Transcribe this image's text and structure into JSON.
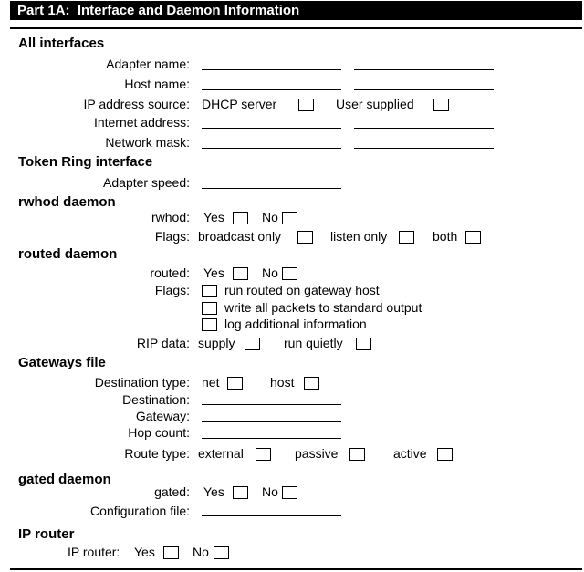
{
  "title": "Part 1A:  Interface and Daemon Information",
  "all_interfaces": {
    "heading": "All interfaces",
    "adapter_name": "Adapter name:",
    "host_name": "Host name:",
    "ip_address_source": "IP address source:",
    "dhcp_server": "DHCP server",
    "user_supplied": "User supplied",
    "internet_address": "Internet address:",
    "network_mask": "Network mask:"
  },
  "token_ring": {
    "heading": "Token Ring interface",
    "adapter_speed": "Adapter speed:"
  },
  "rwhod": {
    "heading": "rwhod daemon",
    "label": "rwhod:",
    "yes": "Yes",
    "no": "No",
    "flags": "Flags:",
    "broadcast_only": "broadcast only",
    "listen_only": "listen only",
    "both": "both"
  },
  "routed": {
    "heading": "routed daemon",
    "label": "routed:",
    "yes": "Yes",
    "no": "No",
    "flags": "Flags:",
    "flag1": "run routed on gateway host",
    "flag2": "write all packets to standard output",
    "flag3": "log additional information",
    "rip_data": "RIP data:",
    "supply": "supply",
    "run_quietly": "run quietly"
  },
  "gateways": {
    "heading": "Gateways file",
    "destination_type": "Destination type:",
    "net": "net",
    "host": "host",
    "destination": "Destination:",
    "gateway": "Gateway:",
    "hop_count": "Hop count:",
    "route_type": "Route type:",
    "external": "external",
    "passive": "passive",
    "active": "active"
  },
  "gated": {
    "heading": "gated daemon",
    "label": "gated:",
    "yes": "Yes",
    "no": "No",
    "config_file": "Configuration file:"
  },
  "ip_router": {
    "heading": "IP router",
    "label": "IP router:",
    "yes": "Yes",
    "no": "No"
  }
}
